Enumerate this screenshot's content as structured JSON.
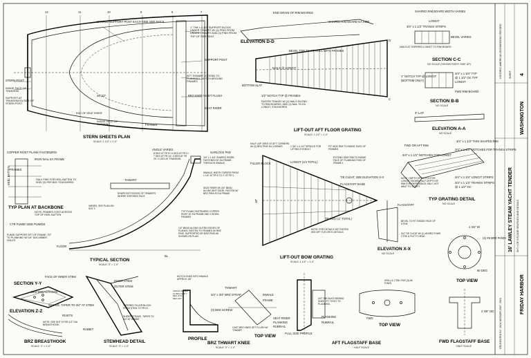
{
  "frame_numbers": [
    "12",
    "11",
    "10",
    "9",
    "8",
    "7"
  ],
  "views": {
    "stern_sheets_plan": {
      "title": "STERN SHEETS PLAN",
      "scale": "SCALE: 1 1/2\" = 1'-0\""
    },
    "elevation_dd": {
      "title": "ELEVATION D-D"
    },
    "section_c": {
      "title": "SECTION C-C",
      "scale": "NO SCALE (SHOWN RIGHT SIDE UP)"
    },
    "section_b": {
      "title": "SECTION B-B",
      "scale": "NO SCALE"
    },
    "elevation_a": {
      "title": "ELEVATION A-A",
      "scale": "NO SCALE"
    },
    "lift_out_aft": {
      "title": "LIFT-OUT AFT FLOOR GRATING",
      "scale": "SCALE: 1 1/2\" = 1'-0\""
    },
    "typ_plan": {
      "title": "TYP PLAN AT BACKBONE"
    },
    "typical_section": {
      "title": "TYPICAL SECTION",
      "scale": "SCALE: 3\" = 1'-0\""
    },
    "lift_out_bow": {
      "title": "LIFT-OUT BOW GRATING",
      "scale": "SCALE: 1 1/2\" = 1'-0\""
    },
    "typ_grating": {
      "title": "TYP GRATING DETAIL",
      "scale": "NO SCALE"
    },
    "elevation_xx": {
      "title": "ELEVATION X-X",
      "scale": "NO SCALE"
    },
    "section_yy": {
      "title": "SECTION Y-Y"
    },
    "elevation_zz": {
      "title": "ELEVATION Z-Z"
    },
    "brz_breasthook": {
      "title": "BRZ BREASTHOOK",
      "scale": "SCALE: 3\" = 1'-0\""
    },
    "stemhead": {
      "title": "STEMHEAD DETAIL",
      "scale": "SCALE: 3\" = 1'-0\""
    },
    "profile": {
      "title": "PROFILE"
    },
    "top_view_a": {
      "title": "TOP VIEW"
    },
    "brz_thwart_knee": {
      "title": "BRZ THWART KNEE",
      "scale": "SCALE: 3\" = 1'-0\""
    },
    "aft_flagstaff": {
      "title": "AFT FLAGSTAFF BASE",
      "scale": "HALF SCALE"
    },
    "top_view_b": {
      "title": "TOP VIEW"
    },
    "top_view_c": {
      "title": "TOP VIEW"
    },
    "fwd_flagstaff": {
      "title": "FWD FLAGSTAFF BASE",
      "scale": "HALF SCALE"
    }
  },
  "notes": {
    "stern": {
      "shaped_support": "SHAPED SUPPORT POST EACH SIDE SEE SHT 5",
      "block": "1\" THK x 4 1/2\" SUPPORT BLOCK UNDER THWART W/ (4) PINS FROM UNDER THWART AND (4) PINS FROM TOP OF SIDE SEAT",
      "support_post": "SUPPORT POST",
      "aft_thwart": "AFT THWART, EXTEND TO PLANKING, NOTCH AROUND FRAMES",
      "brz_knee": "BRZ KNEE INSET FLUSH",
      "seat_riser": "SEAT RISER",
      "stern_post": "STERN POST",
      "inside_transom": "INSIDE FACE OF TRANSOM",
      "support_transom": "SUPPORT AT TRANSOM EA SIDE OF STERN POST",
      "end_seat": "END OF SEAT RISER",
      "inside_planking": "INSIDE FACE OF PLANKING",
      "frames": "FRAMES",
      "dim": "46 1/2\""
    },
    "elev_d": {
      "end_grain": "END GRAIN OF RIM BOARDS",
      "shaped_rim": "SHAPED RIM BOARD EA SIDE",
      "bevel": "BEVEL TOP TO FIT HULL WITH FRAMES",
      "nails": "NAILS @ LONGIT",
      "bottom_slat": "BOTTOM SLAT",
      "notch": "1/2\" NOTCH TYP @ FRAMES",
      "fasten": "FASTEN TRANSV W/ (2) NAILS EA END TO RIM BOARDS, AND (1) NAIL TO EA LONGIT, STAGGERED",
      "d_mark": "D",
      "c_mark": "C"
    },
    "sec_c": {
      "shaped_rim": "SHAPED RIM BOARD WIDTH VARIES",
      "longit": "LONGIT",
      "nails": "NAILS AT TAPERED LONGIT TO RIM BOARD",
      "transv": "3/4\" x 1 1/2\" TRANSV STRIPS",
      "bevel_var": "BEVEL VARIES",
      "notch": "3/4\" NOTCH TYP @ LONGIT"
    },
    "sec_b": {
      "a1": "3/4\" x 1 3/4\" TYP",
      "a2": "@ 1 1/2\" OC TYP",
      "a3": "LONGIT",
      "a4": "1\" NOTCH TYP @ LONGIT",
      "a5": "(BOTTOM ONLY)",
      "fwd_rim": "FWD RIM BOARD",
      "lap": "3\" LAP"
    },
    "lift_aft": {
      "half_lap": "HALF LAP JOINT AT AFT CORNERS W/ (2) BRZ PINS EA CORNER",
      "longit": "1 3/4\" x 4 1/2\" SPRUCE FOR LIFTING EYEBOLT",
      "fit_rim": "FIT SIDE RIM TO INSIDE FACE OF FRAMES",
      "extend": "EXTEND SIDE RIM TO INSIDE FACE OF PLANKING FWD OF FRAME 1",
      "filler": "FILLER BLOCK",
      "longit_typ": "LONGIT (1/4 TOTAL)",
      "tie_cleat": "TIE CLEAT, SEE ELEVATION X-X",
      "flagstaff": "FLAGSTAFF BASE",
      "transv": "TRANSV (1\" TOTAL)",
      "dim": "18\""
    },
    "typ_plan": {
      "copper": "COPPER RIVET PLANK FASTENERS",
      "iron_nail": "IRON NAIL EA FRAME",
      "frames": "FRAMES",
      "keel_batten": "KEEL BATTEN",
      "galv": "GALV PINS FOR KEEL BATTEN TO KEEL (3) PER BAY, STAGGERED",
      "note_frames": "NOTE: FRAMES CONT ACROSS TOP OF KEEL BATTEN",
      "ctr_fumid": "CTR FUMID SIDE PUMIDS",
      "fumid_support": "FUMID SUPPORT AFT OF FRAME, FIT TO PLANKING W/ 3/4\" DIA LIMBER HOLES",
      "floor": "FLOOR"
    },
    "typ_sec": {
      "angle_varies": "ANGLE VARIES",
      "angles": "8 DEG AT FR 8 / 6 DEG AT FR 5 / 7 DEG AT FR 14 / 3 DEG AT FR 20 / 1 DEG AT TRANSOM",
      "oarlock": "OARLOCK PAD",
      "riser": "3/4\" x 1 3/4\" SHAPED RISER, FASTENED AT EA FRAME THROUGH INWALE",
      "inwale": "INWALE, WIDTH TAPERS FROM 1 1/4\" AT FR 5 TO 1\" AT FR 1",
      "seat_riser": "SEAT RISER W/ 3/4\" BEAD ALONG BOT EDGE, FASTEN W/ BRZ PINS AT EA FRAME",
      "thwart": "THWART",
      "shape_edges": "SHAPE BOT EDGES OF THWARTS WHERE EXPOSED FACE",
      "varies": "VARIES, SEE PLAN ON SHT 3",
      "typ_plank": "TYP PLANK FASTENERS COPPER RIVET AT EA FRAME AND 2 BTWN FRAMES",
      "bead": "1/2\" BEAD ALONG OUTBD EDGES OF PLANKS, FASTEN TO FRAMES W/ BRZ PINS, SUPPORTED BY BRZ PINS AS SHOWN ON PLAN",
      "bl": "BL"
    },
    "lift_bow": {
      "longit": "LONGIT",
      "transv": "TRANSV (1\" TOTAL)",
      "tie_cleat": "TIE CLEAT, SEE ELEVATION X-X",
      "flagstaff": "FLAGSTAFF BASE",
      "note": "NOTE: FOR DETAILS NOT NOTED SEE AFT FLR GRTG DETAILS"
    },
    "typ_grat": {
      "fwd_rim": "FWD OR AFT RIM",
      "notches": "3/4\" x 1 1/2\" NOTCHES FOR LONGIT",
      "shaped": "3/4\" x 1 1/2\" THIN SHAPED RIM",
      "transv_notch": "3/4\" x 1 1/2\" NOTCHES FOR TRANSV STRIPS",
      "note_depth": "NOTE: DEPTH OF NOTCH FOR LONGIT SHOWN HALF DEPTH OF RIM FOR REFERENCE ONLY, NOT ABLE TO VERIFY",
      "longit_strips": "3/4\" x 1 3/4\" LONGIT STRIPS",
      "transv": "3/4\" x 1 1/2\" TRANSV STRIPS",
      "spacing": "@ 1 1/2\" OC"
    },
    "elev_x": {
      "flagstaff": "FLAGSTAFF",
      "bevel": "BEVEL TO FIT INSIDE FACE OF STEM",
      "tie_cleat": "3/4\" TIE CLEAT W/ (1) #8 BRZ FHWS CTSK & PUTTY HEAD"
    },
    "breasthook": {
      "face_stem": "FACE OF INNER STEM",
      "section_yy": "SECTION Y-Y",
      "brz_breasthook": "BRZ BREASTHOOK",
      "inwale_taper": "INWALE, TAPER TO 3/4\" AT STEM",
      "note": "NOTE: SEE SHT 5 FOR 1/2\" DIA BREASTHOOK",
      "rivets": "RIVETS"
    },
    "stemhead": {
      "inner_stem": "INNER STEM",
      "outer_stem": "OUTER STEM",
      "tapered_filler": "TAPERED FILLER BLOCK FROM STEM TO FR #1",
      "sheer_strake": "SHEER STRAKE, TAPER TO 3/4\" AT RABBIT",
      "rabbit": "RABBIT"
    },
    "thwart_knee": {
      "notch": "NOTCH KNEE INTO INWALE APPROX 1/8\"",
      "angle_varies": "ANGLE VARIES 11 DEG FWD 7 DEG 4TH 5 DEG AFT",
      "bolts": "3/4\" x 3/4\" BRZ STRAP",
      "thwart": "THWART",
      "inwale": "INWALE",
      "frame": "FRAME",
      "fasten": "(3) BRZ SCREW",
      "cast": "CAST BRZ KNEE SET FLUSH W/ THWART",
      "seat_riser": "SEAT RISER",
      "planking": "PLANKING",
      "rubrail": "RUBRAIL"
    },
    "aft_flag": {
      "cleat": "3/4\" THK BLKG BEHIND KNEE, FIT TIGHT TO PLANKING",
      "drill": "DRILL & CTSK FOR (3) #8 FHWS",
      "full_size": "FULL SIZE PROFILE",
      "fwd": "FWD",
      "planking": "PLANKING",
      "rubrail": "RUBRAIL"
    },
    "fwd_flag": {
      "dia": "1 3/4\" ID",
      "holes": "(4) #8 BRZ FHWS",
      "deg": "90 DEG",
      "od": "2 3/8\" OD"
    }
  },
  "title_block": {
    "project": "16' LAWLEY STEAM YACHT TENDER",
    "subtitle": "SHT 4 OF 5  FLOOR GRATINGS AND DETAILS",
    "location": "FRIDAY HARBOR",
    "state": "WASHINGTON",
    "sheet": "SHEET",
    "sheet_no": "4",
    "agency": "HISTORIC AMERICAN ENGINEERING RECORD",
    "credits": "DELINEATED BY: JACK BECKER 2007, 2015"
  }
}
